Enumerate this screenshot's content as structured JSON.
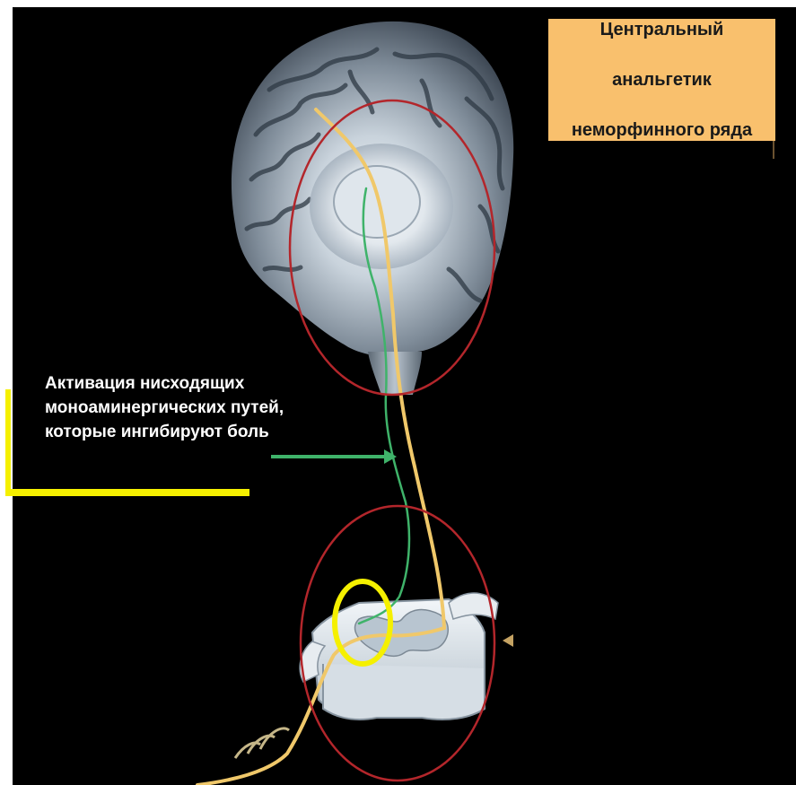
{
  "title_box": {
    "lines": [
      "Центральный",
      "анальгетик",
      "неморфинного ряда"
    ]
  },
  "caption": {
    "lines": [
      "Активация нисходящих",
      "моноаминергических путей,",
      "которые ингибируют боль"
    ]
  },
  "colors": {
    "background": "#000000",
    "title_box": "#f9c06d",
    "red_circle": "#b3262b",
    "yellow_marker": "#f5f000",
    "green_pathway": "#3fb36a",
    "yellow_pathway": "#f0c86a"
  }
}
